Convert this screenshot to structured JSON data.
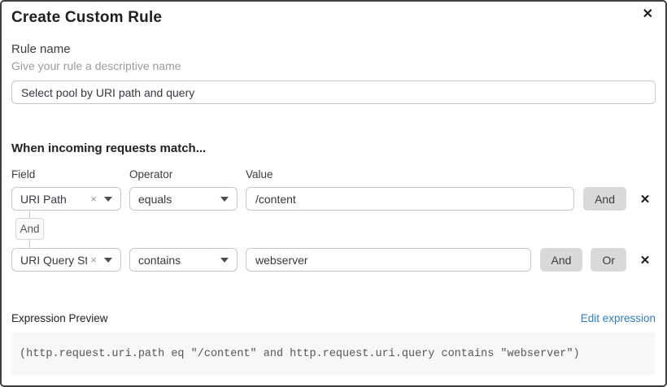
{
  "dialog": {
    "title": "Create Custom Rule"
  },
  "icons": {
    "close": "✕",
    "clear": "×",
    "delete": "✕"
  },
  "rule_name": {
    "label": "Rule name",
    "helper": "Give your rule a descriptive name",
    "value": "Select pool by URI path and query"
  },
  "match": {
    "heading": "When incoming requests match...",
    "column_labels": {
      "field": "Field",
      "operator": "Operator",
      "value": "Value"
    },
    "rows": [
      {
        "field": "URI Path",
        "operator": "equals",
        "value": "/content",
        "buttons": [
          "And"
        ]
      },
      {
        "field": "URI Query St...",
        "operator": "contains",
        "value": "webserver",
        "buttons": [
          "And",
          "Or"
        ]
      }
    ],
    "connector": "And"
  },
  "expression": {
    "label": "Expression Preview",
    "edit_link": "Edit expression",
    "preview": "(http.request.uri.path eq \"/content\" and http.request.uri.query contains \"webserver\")"
  },
  "colors": {
    "link_blue": "#2f7bbf",
    "button_gray": "#d9d9d9",
    "dialog_border": "#3f3f3f",
    "code_background": "#f7f7f8"
  }
}
